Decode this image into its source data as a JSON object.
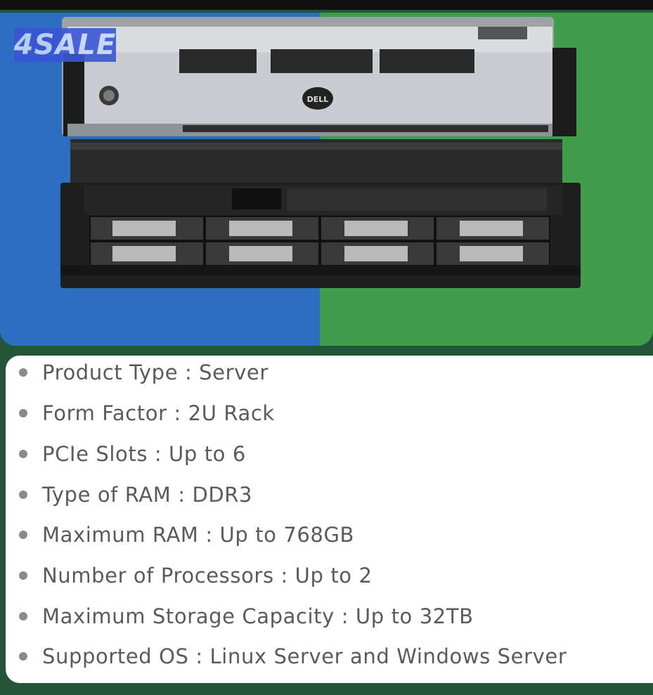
{
  "badge": {
    "text": "4SALE"
  },
  "product_image": {
    "brand_logo": "DELL",
    "background_colors": [
      "#2c6fc0",
      "#3f9d4c"
    ]
  },
  "specs": [
    {
      "label": "Product Type",
      "value": "Server",
      "text": "Product Type : Server"
    },
    {
      "label": "Form Factor",
      "value": "2U Rack",
      "text": "Form Factor : 2U Rack"
    },
    {
      "label": "PCIe Slots",
      "value": "Up to 6",
      "text": "PCIe Slots : Up to 6"
    },
    {
      "label": "Type of RAM",
      "value": "DDR3",
      "text": "Type of RAM : DDR3"
    },
    {
      "label": "Maximum RAM",
      "value": "Up to 768GB",
      "text": "Maximum RAM : Up to 768GB"
    },
    {
      "label": "Number of Processors",
      "value": "Up to 2",
      "text": "Number of Processors : Up to 2"
    },
    {
      "label": "Maximum Storage Capacity",
      "value": "Up to 32TB",
      "text": "Maximum Storage Capacity : Up to 32TB"
    },
    {
      "label": "Supported OS",
      "value": "Linux Server and Windows Server",
      "text": "Supported OS : Linux Server and Windows Server"
    }
  ]
}
